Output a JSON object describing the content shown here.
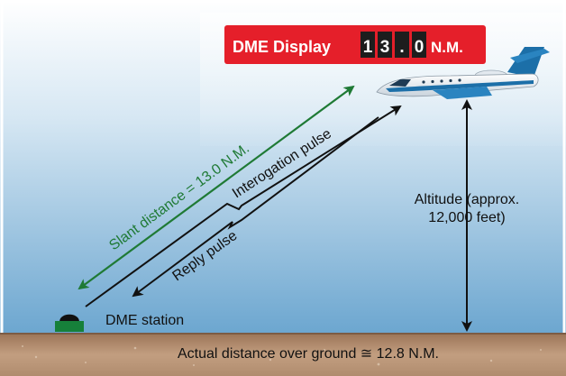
{
  "display": {
    "label": "DME Display",
    "digits": [
      "1",
      "3",
      ".",
      "0"
    ],
    "unit": "N.M."
  },
  "labels": {
    "slant_distance": "Slant distance = 13.0 N.M.",
    "interrogation": "Interogation pulse",
    "reply": "Reply pulse",
    "altitude_line1": "Altitude (approx.",
    "altitude_line2": "12,000 feet)",
    "station": "DME station",
    "ground_distance": "Actual distance over ground ≅ 12.8 N.M."
  },
  "colors": {
    "sky_top": "#ffffff",
    "sky_bottom": "#7fb2d5",
    "display_bg": "#e51f2a",
    "digit_bg": "#1d1d1d",
    "slant_arrow": "#1f7a35",
    "pulse_arrow": "#111111",
    "ground": "#b18a6c",
    "station": "#16803a",
    "aircraft_blue": "#1c6fa8"
  }
}
